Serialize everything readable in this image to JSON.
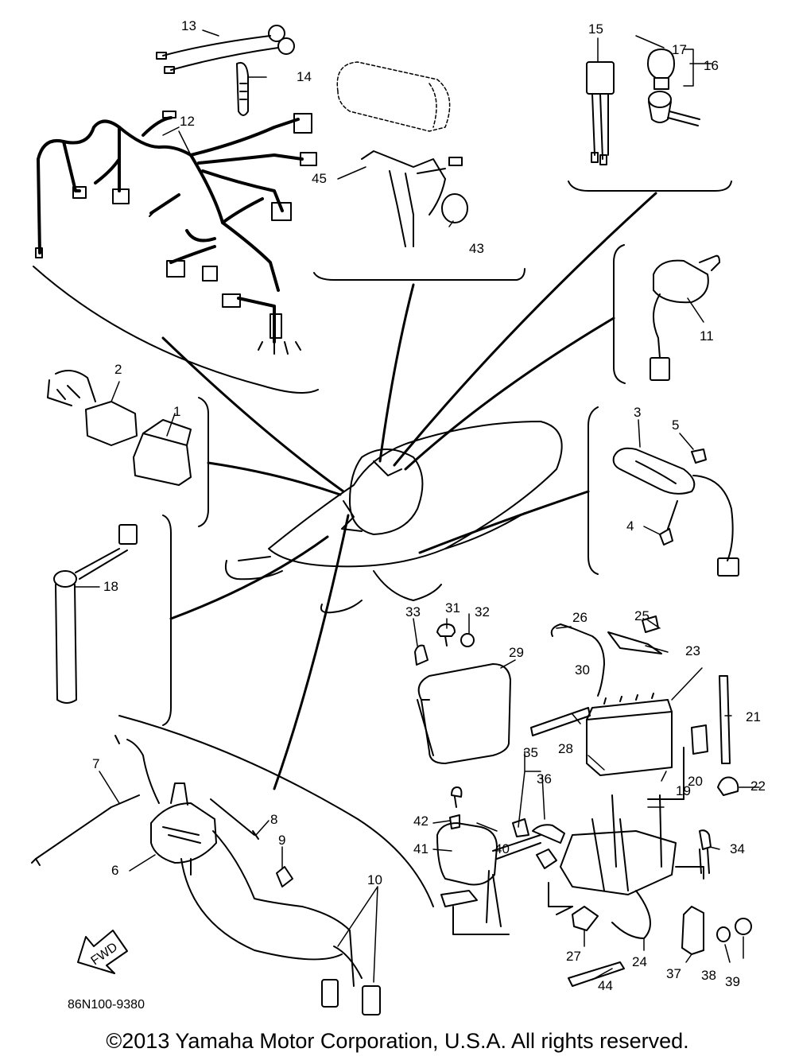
{
  "diagram": {
    "part_labels": [
      "1",
      "2",
      "3",
      "4",
      "5",
      "6",
      "7",
      "8",
      "9",
      "10",
      "11",
      "12",
      "13",
      "14",
      "15",
      "16",
      "17",
      "18",
      "19",
      "20",
      "21",
      "22",
      "23",
      "24",
      "25",
      "26",
      "27",
      "28",
      "29",
      "30",
      "31",
      "32",
      "33",
      "34",
      "35",
      "36",
      "37",
      "38",
      "39",
      "40",
      "41",
      "42",
      "43",
      "44",
      "45"
    ],
    "drawing_code": "86N100-9380",
    "fwd_arrow_text": "FWD",
    "copyright": "©2013 Yamaha Motor Corporation, U.S.A. All rights reserved."
  }
}
